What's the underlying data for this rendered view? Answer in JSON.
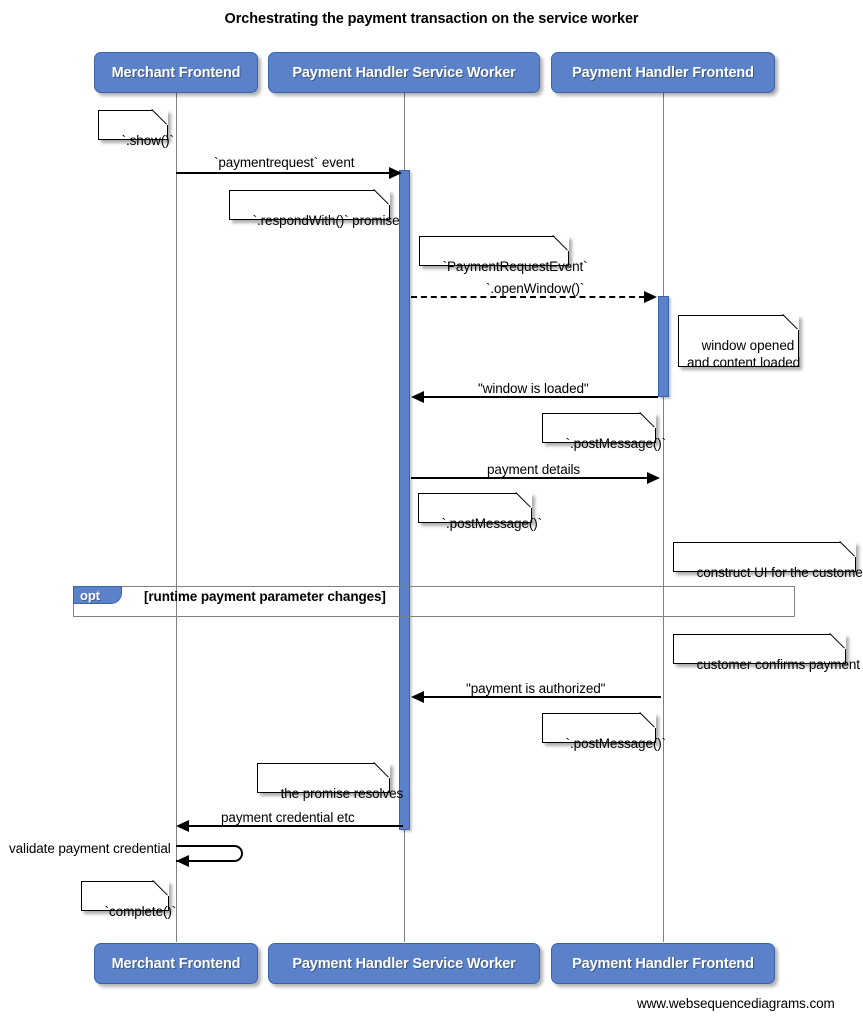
{
  "diagram": {
    "title": "Orchestrating the payment transaction on the service worker",
    "footer": "www.websequencediagrams.com",
    "accent_color": "#5B82C8",
    "accent_border_color": "#3A63AE",
    "lifeline_color": "#808080",
    "fragment_border_color": "#808080"
  },
  "participants": [
    {
      "id": "merchant",
      "label": "Merchant Frontend"
    },
    {
      "id": "sw",
      "label": "Payment Handler Service Worker"
    },
    {
      "id": "phf",
      "label": "Payment Handler Frontend"
    }
  ],
  "participants_bottom": [
    {
      "id": "merchant",
      "label": "Merchant Frontend"
    },
    {
      "id": "sw",
      "label": "Payment Handler Service Worker"
    },
    {
      "id": "phf",
      "label": "Payment Handler Frontend"
    }
  ],
  "messages": [
    {
      "id": "m1",
      "label": "`paymentrequest` event",
      "from": "merchant",
      "to": "sw",
      "style": "solid",
      "direction": "right"
    },
    {
      "id": "m2",
      "label": "`.openWindow()`",
      "from": "sw",
      "to": "phf",
      "style": "dashed",
      "direction": "right"
    },
    {
      "id": "m3",
      "label": "\"window is loaded\"",
      "from": "phf",
      "to": "sw",
      "style": "solid",
      "direction": "left"
    },
    {
      "id": "m4",
      "label": "payment details",
      "from": "sw",
      "to": "phf",
      "style": "solid",
      "direction": "right"
    },
    {
      "id": "m5",
      "label": "\"payment is authorized\"",
      "from": "phf",
      "to": "sw",
      "style": "solid",
      "direction": "left"
    },
    {
      "id": "m6",
      "label": "payment credential etc",
      "from": "sw",
      "to": "merchant",
      "style": "solid",
      "direction": "left"
    },
    {
      "id": "m7",
      "label": "validate payment credential",
      "from": "merchant",
      "to": "merchant",
      "style": "solid",
      "direction": "self"
    }
  ],
  "notes": [
    {
      "id": "n1",
      "text": "`.show()`"
    },
    {
      "id": "n2",
      "text": "`.respondWith()` promise"
    },
    {
      "id": "n3",
      "text": "`PaymentRequestEvent`"
    },
    {
      "id": "n4",
      "text": "window opened\nand content loaded"
    },
    {
      "id": "n5",
      "text": "`.postMessage()`"
    },
    {
      "id": "n6",
      "text": "`.postMessage()`"
    },
    {
      "id": "n7",
      "text": "construct UI for the customer"
    },
    {
      "id": "n8",
      "text": "customer confirms payment"
    },
    {
      "id": "n9",
      "text": "`.postMessage()`"
    },
    {
      "id": "n10",
      "text": "the promise resolves"
    },
    {
      "id": "n11",
      "text": "`complete()`"
    }
  ],
  "fragment": {
    "tag": "opt",
    "condition": "[runtime payment parameter changes]"
  }
}
